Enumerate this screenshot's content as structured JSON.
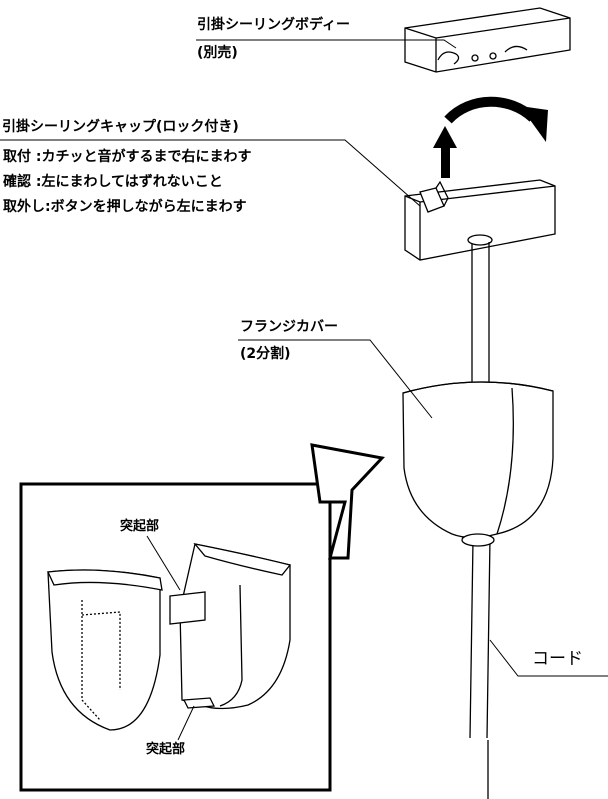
{
  "labels": {
    "body_title": "引掛シーリングボディー",
    "body_note": "(別売)",
    "cap_title": "引掛シーリングキャップ(ロック付き)",
    "install": "取付 :カチッと音がするまで右にまわす",
    "confirm": "確認 :左にまわしてはずれないこと",
    "remove": "取外し:ボタンを押しながら左にまわす",
    "flange_title": "フランジカバー",
    "flange_note": "(2分割)",
    "protrusion_top": "突起部",
    "protrusion_bottom": "突起部",
    "cord": "コード"
  }
}
